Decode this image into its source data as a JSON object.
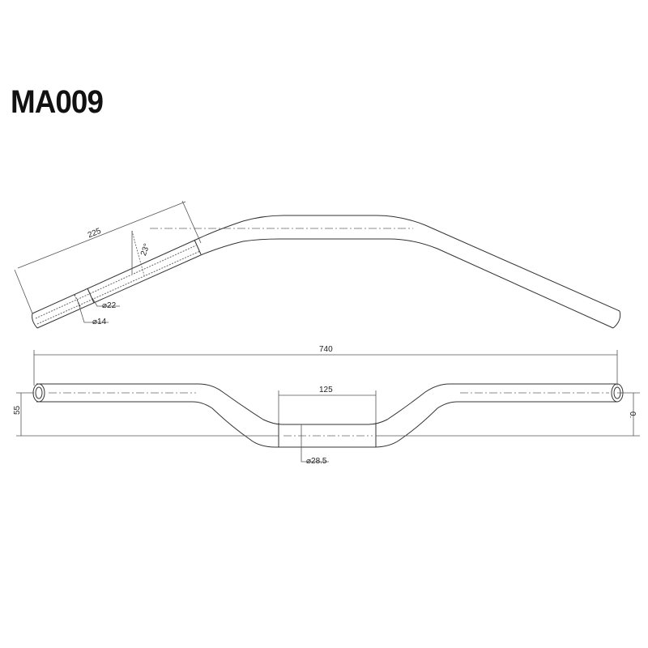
{
  "title": "MA009",
  "colors": {
    "line": "#333333",
    "dim": "#555555",
    "center": "#666666"
  },
  "dimensions": {
    "length_top": "225",
    "angle": "23°",
    "dia_outer": "⌀22",
    "dia_inner": "⌀14",
    "width": "740",
    "rise": "55",
    "center_width": "125",
    "center_dia": "⌀28.5",
    "pullback": "0."
  }
}
